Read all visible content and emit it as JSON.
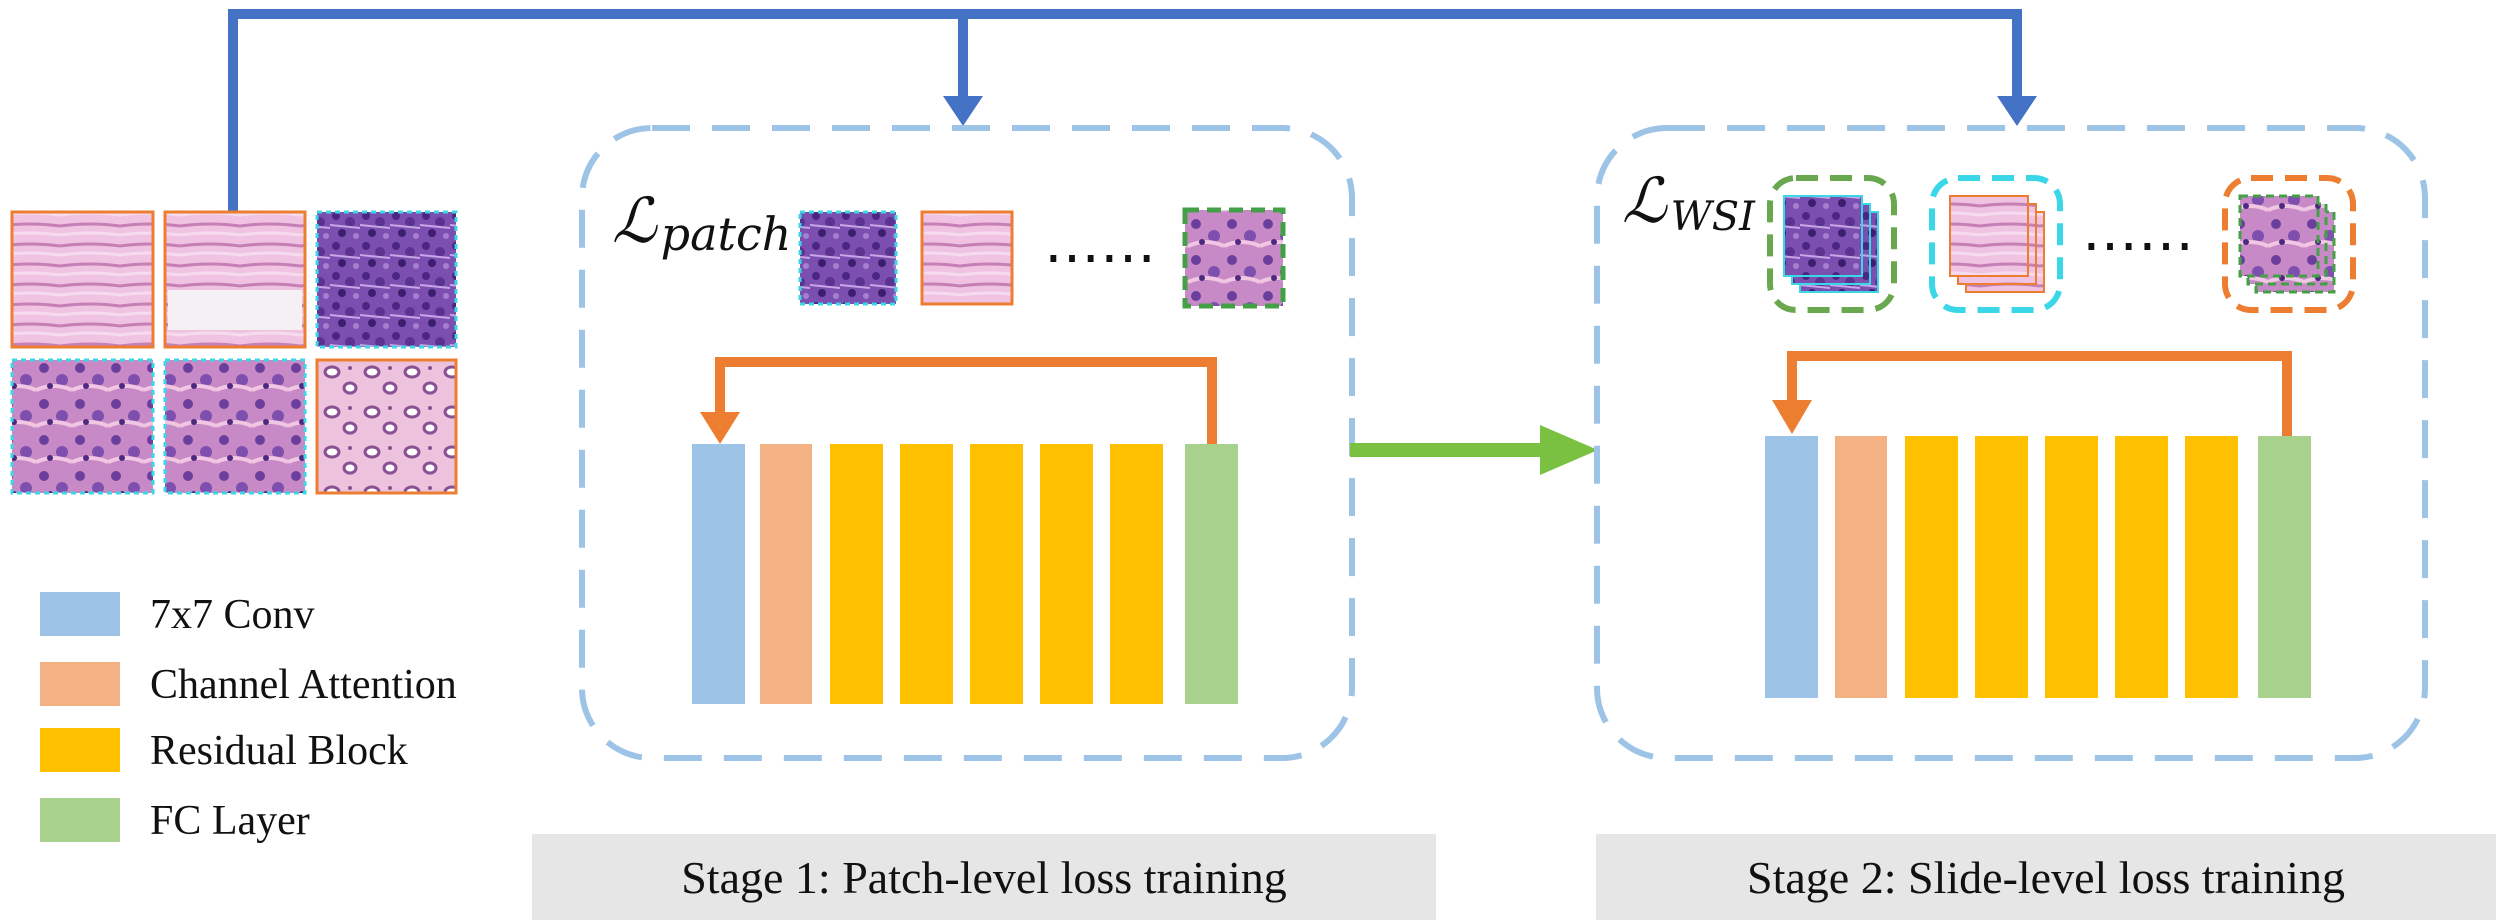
{
  "legend": {
    "items": [
      {
        "label": "7x7  Conv",
        "color": "#9dc3e6"
      },
      {
        "label": "Channel Attention",
        "color": "#f4b183"
      },
      {
        "label": "Residual Block",
        "color": "#ffc000"
      },
      {
        "label": "FC Layer",
        "color": "#a9d18e"
      }
    ]
  },
  "stage1": {
    "loss_symbol": "ℒ",
    "loss_subscript": "patch",
    "ellipsis": "……",
    "caption": "Stage 1: Patch-level loss training"
  },
  "stage2": {
    "loss_symbol": "ℒ",
    "loss_subscript": "WSI",
    "ellipsis": "……",
    "caption": "Stage 2: Slide-level loss training"
  },
  "colors": {
    "flow_arrow": "#4472c4",
    "stage_arrow": "#7ac142",
    "feedback_arrow": "#ed7d31",
    "stage_border": "#9dc3e6",
    "tissue_pink": "#e3a6cf",
    "tissue_purple": "#6a3f9e",
    "patch_border_orange": "#ed7d31",
    "patch_border_cyan": "#3ad7e8",
    "patch_border_green": "#43a047"
  }
}
